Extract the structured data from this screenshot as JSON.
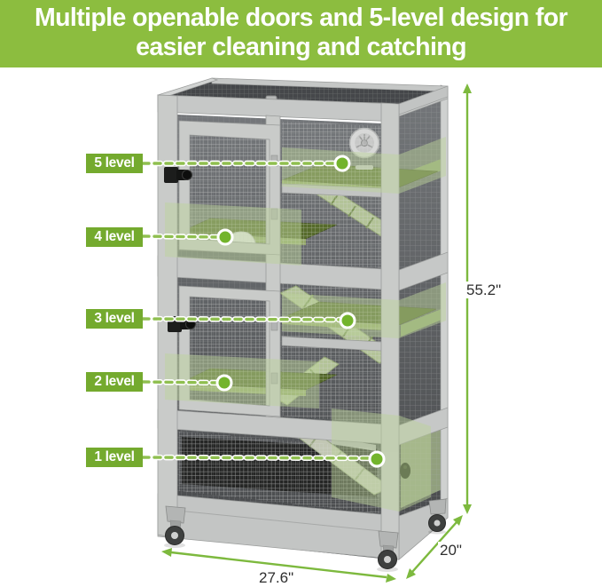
{
  "banner": {
    "line1": "Multiple openable doors and 5-level design for",
    "line2": "easier cleaning and catching"
  },
  "levels": [
    {
      "label": "5 level"
    },
    {
      "label": "4 level"
    },
    {
      "label": "3 level"
    },
    {
      "label": "2 level"
    },
    {
      "label": "1 level"
    }
  ],
  "dimensions": {
    "height": "55.2\"",
    "width": "27.6\"",
    "depth": "20\""
  },
  "colors": {
    "banner_green": "#8cbd3f",
    "badge_green": "#74aa2e",
    "dimension_line_green": "#7db93e",
    "marker_dot_green": "#73b42c",
    "dash_green": "#8fbf4f",
    "platform_olive": "#556b2b",
    "highlight_sage": "#bcd39b",
    "frame_gray": "#c9cbc9"
  }
}
